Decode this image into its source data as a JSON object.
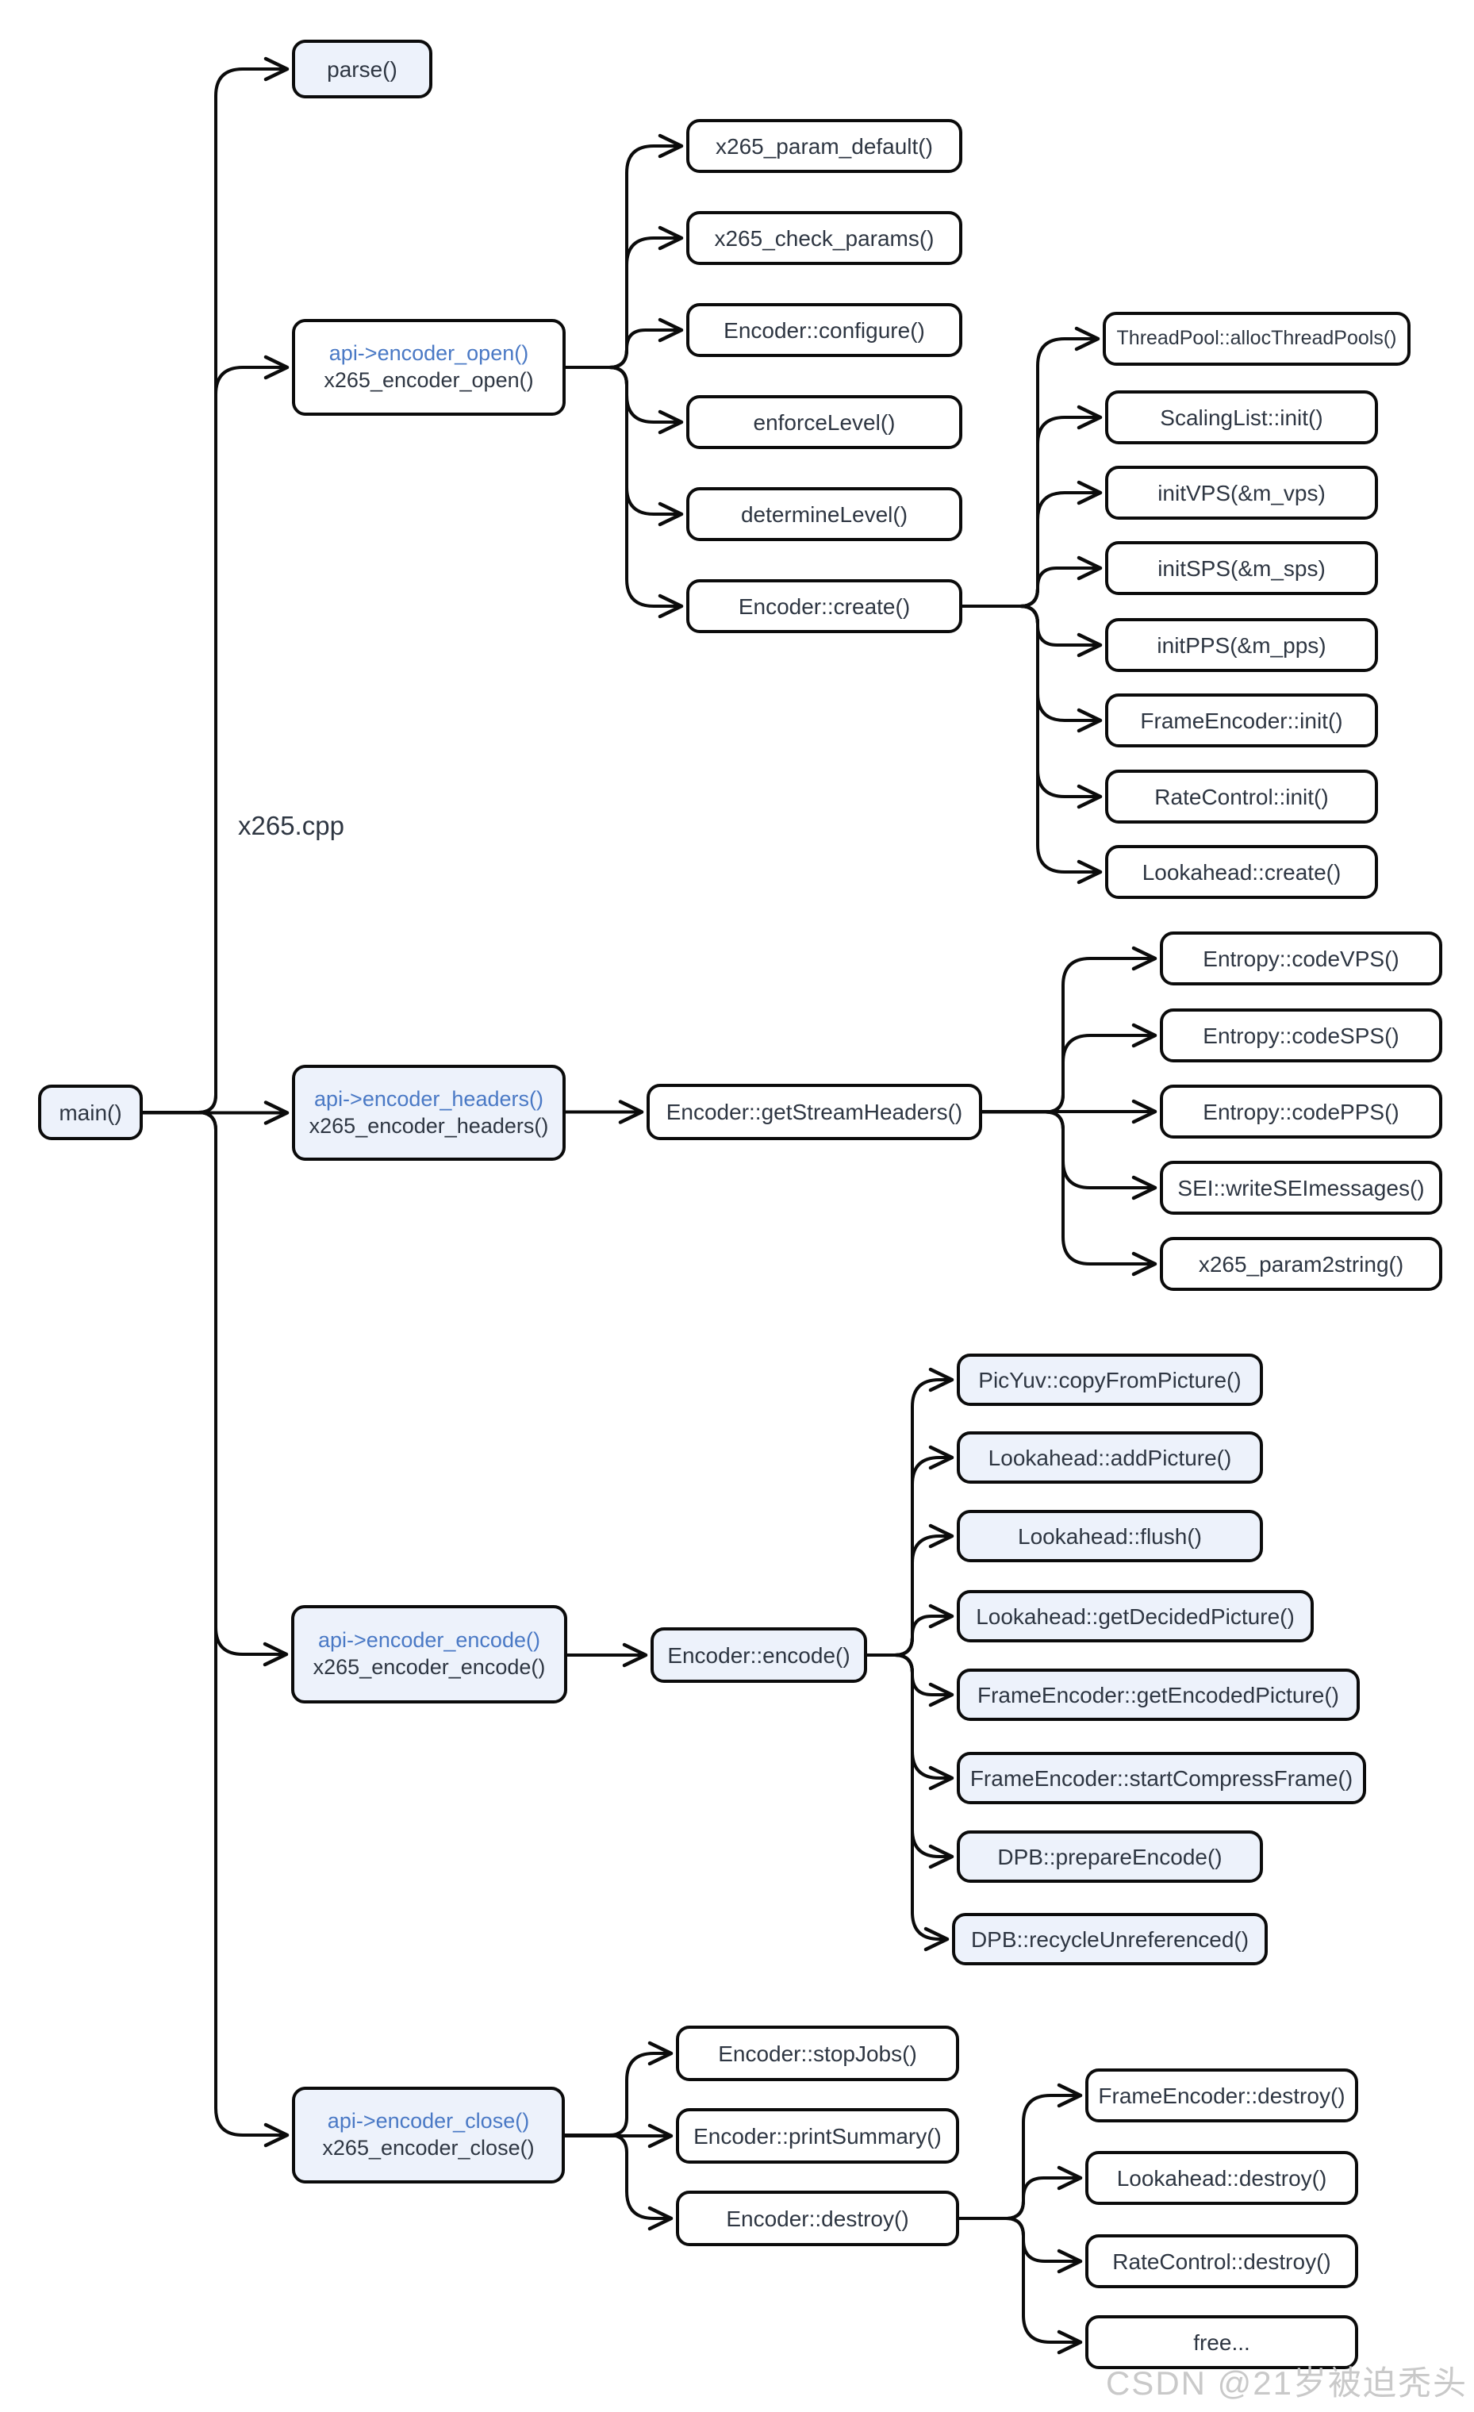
{
  "file_label": "x265.cpp",
  "watermark": "CSDN @21岁被迫秃头",
  "colors": {
    "line": "#0b0b0b",
    "node_border": "#0b0b0b",
    "node_fill_blue": "#edf2fb",
    "node_fill_white": "#ffffff",
    "text_dark": "#2e3642",
    "text_blue": "#4a79c5",
    "watermark_gray": "#c9c9c9"
  },
  "nodes": {
    "main": {
      "label": "main()"
    },
    "parse": {
      "label": "parse()"
    },
    "open": {
      "label_top": "api->encoder_open()",
      "label_bottom": "x265_encoder_open()"
    },
    "pdef": {
      "label": "x265_param_default()"
    },
    "pchk": {
      "label": "x265_check_params()"
    },
    "conf": {
      "label": "Encoder::configure()"
    },
    "enfl": {
      "label": "enforceLevel()"
    },
    "detl": {
      "label": "determineLevel()"
    },
    "create": {
      "label": "Encoder::create()"
    },
    "tpool": {
      "label": "ThreadPool::allocThreadPools()"
    },
    "slist": {
      "label": "ScalingList::init()"
    },
    "ivps": {
      "label": "initVPS(&m_vps)"
    },
    "isps": {
      "label": "initSPS(&m_sps)"
    },
    "ipps": {
      "label": "initPPS(&m_pps)"
    },
    "feinit": {
      "label": "FrameEncoder::init()"
    },
    "rcinit": {
      "label": "RateControl::init()"
    },
    "lacreate": {
      "label": "Lookahead::create()"
    },
    "headers": {
      "label_top": "api->encoder_headers()",
      "label_bottom": "x265_encoder_headers()"
    },
    "gsh": {
      "label": "Encoder::getStreamHeaders()"
    },
    "cvps": {
      "label": "Entropy::codeVPS()"
    },
    "csps": {
      "label": "Entropy::codeSPS()"
    },
    "cpps": {
      "label": "Entropy::codePPS()"
    },
    "sei": {
      "label": "SEI::writeSEImessages()"
    },
    "p2s": {
      "label": "x265_param2string()"
    },
    "encode": {
      "label_top": "api->encoder_encode()",
      "label_bottom": "x265_encoder_encode()"
    },
    "encfn": {
      "label": "Encoder::encode()"
    },
    "picyuv": {
      "label": "PicYuv::copyFromPicture()"
    },
    "addpic": {
      "label": "Lookahead::addPicture()"
    },
    "flush": {
      "label": "Lookahead::flush()"
    },
    "getdec": {
      "label": "Lookahead::getDecidedPicture()"
    },
    "getenc": {
      "label": "FrameEncoder::getEncodedPicture()"
    },
    "startcf": {
      "label": "FrameEncoder::startCompressFrame()"
    },
    "prep": {
      "label": "DPB::prepareEncode()"
    },
    "recyc": {
      "label": "DPB::recycleUnreferenced()"
    },
    "close": {
      "label_top": "api->encoder_close()",
      "label_bottom": "x265_encoder_close()"
    },
    "stop": {
      "label": "Encoder::stopJobs()"
    },
    "print": {
      "label": "Encoder::printSummary()"
    },
    "destroy": {
      "label": "Encoder::destroy()"
    },
    "fedest": {
      "label": "FrameEncoder::destroy()"
    },
    "ladest": {
      "label": "Lookahead::destroy()"
    },
    "rcdest": {
      "label": "RateControl::destroy()"
    },
    "free": {
      "label": "free..."
    }
  },
  "links": [
    {
      "from": "main",
      "to": "parse",
      "trunk": 272
    },
    {
      "from": "main",
      "to": "open",
      "trunk": 272
    },
    {
      "from": "main",
      "to": "headers",
      "trunk": 272
    },
    {
      "from": "main",
      "to": "encode",
      "trunk": 272
    },
    {
      "from": "main",
      "to": "close",
      "trunk": 272
    },
    {
      "from": "open",
      "to": "pdef",
      "trunk": 790
    },
    {
      "from": "open",
      "to": "pchk",
      "trunk": 790
    },
    {
      "from": "open",
      "to": "conf",
      "trunk": 790
    },
    {
      "from": "open",
      "to": "enfl",
      "trunk": 790
    },
    {
      "from": "open",
      "to": "detl",
      "trunk": 790
    },
    {
      "from": "open",
      "to": "create",
      "trunk": 790
    },
    {
      "from": "create",
      "to": "tpool",
      "trunk": 1308
    },
    {
      "from": "create",
      "to": "slist",
      "trunk": 1308
    },
    {
      "from": "create",
      "to": "ivps",
      "trunk": 1308
    },
    {
      "from": "create",
      "to": "isps",
      "trunk": 1308
    },
    {
      "from": "create",
      "to": "ipps",
      "trunk": 1308
    },
    {
      "from": "create",
      "to": "feinit",
      "trunk": 1308
    },
    {
      "from": "create",
      "to": "rcinit",
      "trunk": 1308
    },
    {
      "from": "create",
      "to": "lacreate",
      "trunk": 1308
    },
    {
      "from": "headers",
      "to": "gsh"
    },
    {
      "from": "gsh",
      "to": "cvps",
      "trunk": 1340
    },
    {
      "from": "gsh",
      "to": "csps",
      "trunk": 1340
    },
    {
      "from": "gsh",
      "to": "cpps",
      "trunk": 1340
    },
    {
      "from": "gsh",
      "to": "sei",
      "trunk": 1340
    },
    {
      "from": "gsh",
      "to": "p2s",
      "trunk": 1340
    },
    {
      "from": "encode",
      "to": "encfn"
    },
    {
      "from": "encfn",
      "to": "picyuv",
      "trunk": 1150
    },
    {
      "from": "encfn",
      "to": "addpic",
      "trunk": 1150
    },
    {
      "from": "encfn",
      "to": "flush",
      "trunk": 1150
    },
    {
      "from": "encfn",
      "to": "getdec",
      "trunk": 1150
    },
    {
      "from": "encfn",
      "to": "getenc",
      "trunk": 1150
    },
    {
      "from": "encfn",
      "to": "startcf",
      "trunk": 1150
    },
    {
      "from": "encfn",
      "to": "prep",
      "trunk": 1150
    },
    {
      "from": "encfn",
      "to": "recyc",
      "trunk": 1150
    },
    {
      "from": "close",
      "to": "stop",
      "trunk": 790
    },
    {
      "from": "close",
      "to": "print",
      "trunk": 790
    },
    {
      "from": "close",
      "to": "destroy",
      "trunk": 790
    },
    {
      "from": "destroy",
      "to": "fedest",
      "trunk": 1290
    },
    {
      "from": "destroy",
      "to": "ladest",
      "trunk": 1290
    },
    {
      "from": "destroy",
      "to": "rcdest",
      "trunk": 1290
    },
    {
      "from": "destroy",
      "to": "free",
      "trunk": 1290
    }
  ]
}
